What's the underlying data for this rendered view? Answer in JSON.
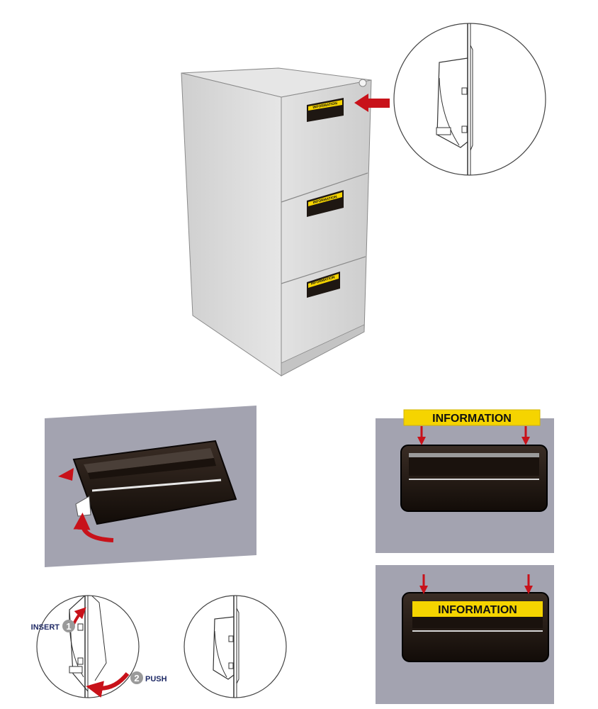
{
  "cabinet": {
    "drawer_label_text": "INFORMATION",
    "drawer_count": 3
  },
  "label_strip": {
    "text": "INFORMATION",
    "color": "#f5d400"
  },
  "steps": [
    {
      "number": "1",
      "label": "INSERT"
    },
    {
      "number": "2",
      "label": "PUSH"
    }
  ],
  "colors": {
    "arrow": "#c8121a",
    "panel_bg": "#a3a3b0",
    "handle": "#241a14",
    "cabinet_front": "#dcdcdc",
    "label_yellow": "#f5d400"
  }
}
